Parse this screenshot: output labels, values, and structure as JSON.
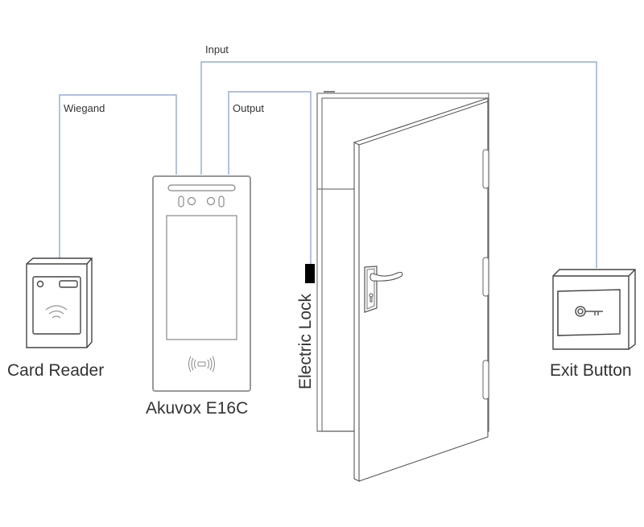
{
  "diagram": {
    "wire_color": "#7f9bd3",
    "wires": {
      "input": "Input",
      "wiegand": "Wiegand",
      "output": "Output"
    },
    "devices": {
      "card_reader": "Card Reader",
      "main_unit": "Akuvox E16C",
      "electric_lock": "Electric Lock",
      "exit_button": "Exit Button"
    }
  }
}
